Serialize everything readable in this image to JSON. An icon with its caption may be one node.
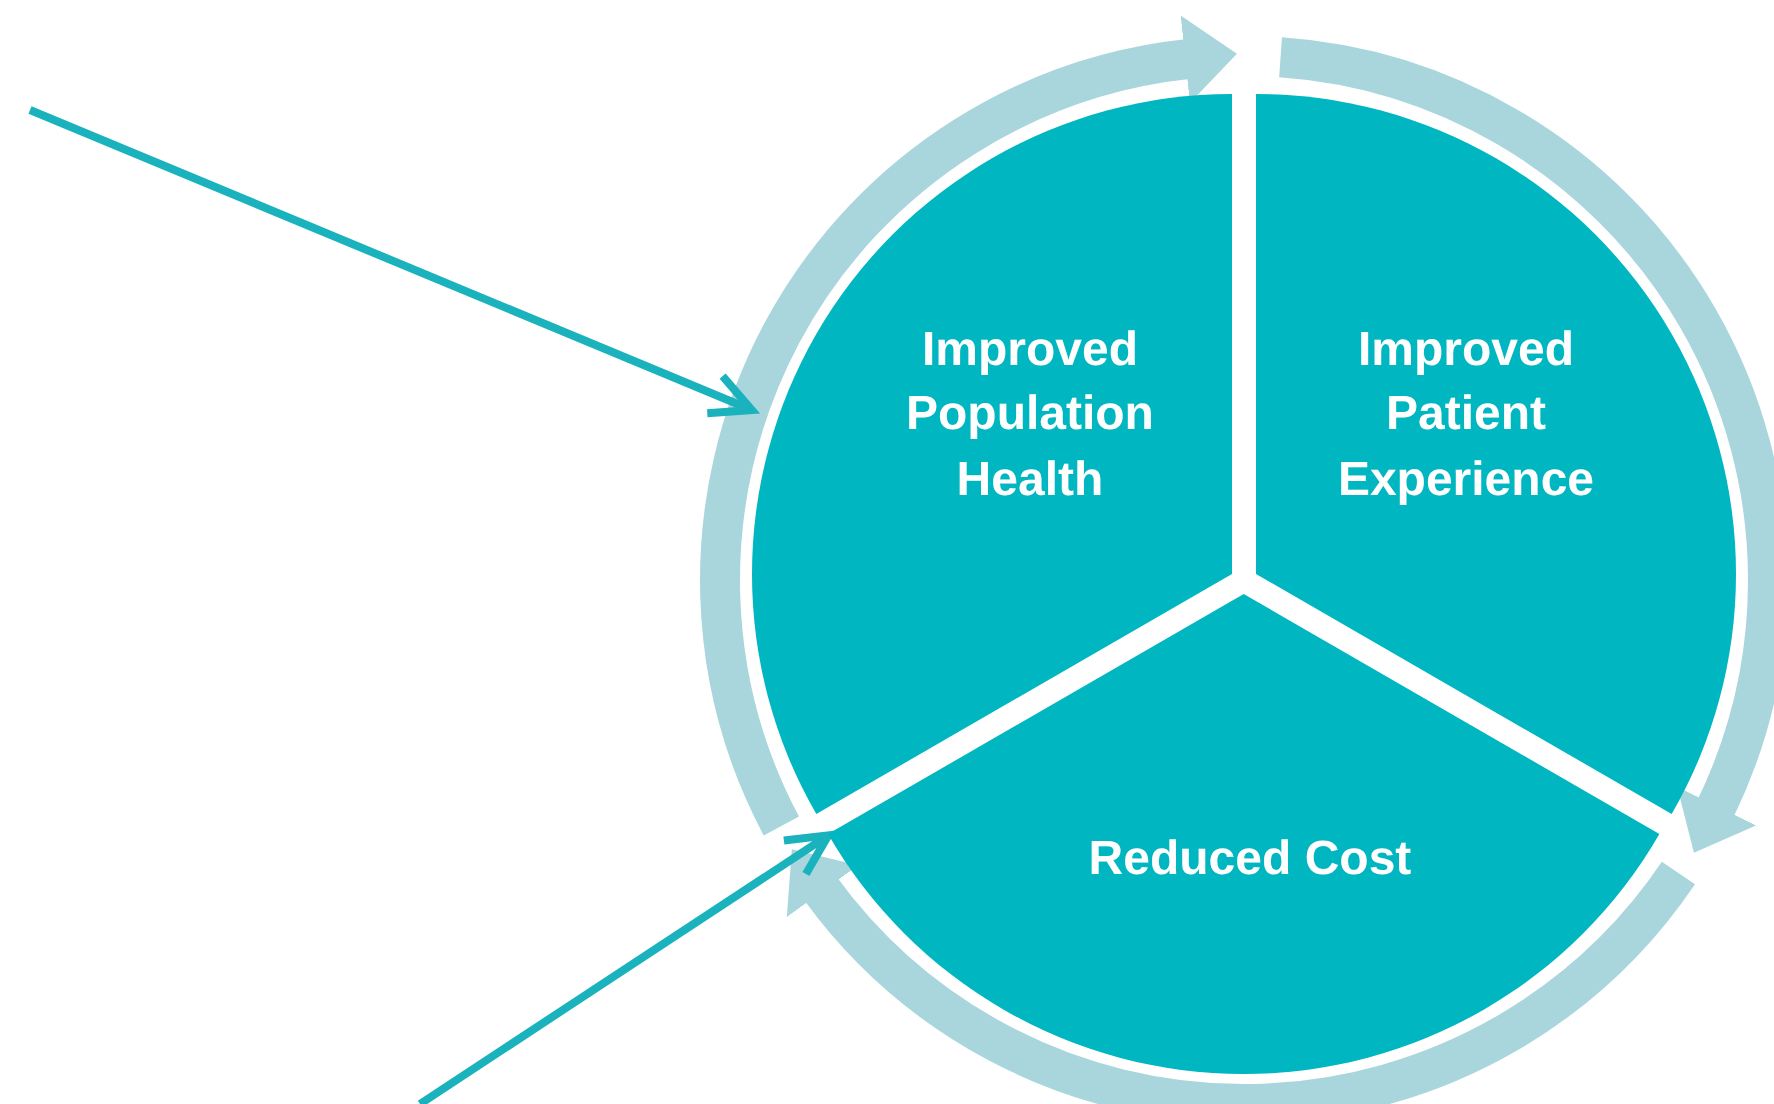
{
  "diagram": {
    "nodes": [
      {
        "text": [
          "Improved Population Health"
        ]
      },
      {
        "text": [
          "Improved Patient Experience"
        ]
      },
      {
        "text": [
          "Reduced Cost"
        ]
      }
    ],
    "edges": [
      {
        "from": null,
        "to": 0,
        "arrow": "to"
      },
      {
        "from": null,
        "to": 2,
        "arrow": "to"
      }
    ]
  }
}
